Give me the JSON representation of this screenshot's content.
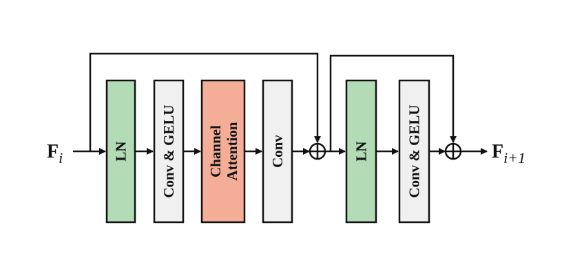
{
  "input_label": {
    "main": "F",
    "sub": "i"
  },
  "output_label": {
    "main": "F",
    "sub": "i+1"
  },
  "colors": {
    "ln": "#b3dbb5",
    "conv": "#f0f0f0",
    "attention": "#f4ae97",
    "stroke": "#111111"
  },
  "blocks": [
    {
      "id": "ln-1",
      "lines": [
        "LN"
      ],
      "color_key": "ln"
    },
    {
      "id": "conv-gelu-1",
      "lines": [
        "Conv & GELU"
      ],
      "color_key": "conv"
    },
    {
      "id": "channel-attention",
      "lines": [
        "Channel",
        "Attention"
      ],
      "color_key": "attention"
    },
    {
      "id": "conv",
      "lines": [
        "Conv"
      ],
      "color_key": "conv"
    },
    {
      "id": "ln-2",
      "lines": [
        "LN"
      ],
      "color_key": "ln"
    },
    {
      "id": "conv-gelu-2",
      "lines": [
        "Conv & GELU"
      ],
      "color_key": "conv"
    }
  ],
  "adders": [
    {
      "id": "add-1"
    },
    {
      "id": "add-2"
    }
  ]
}
